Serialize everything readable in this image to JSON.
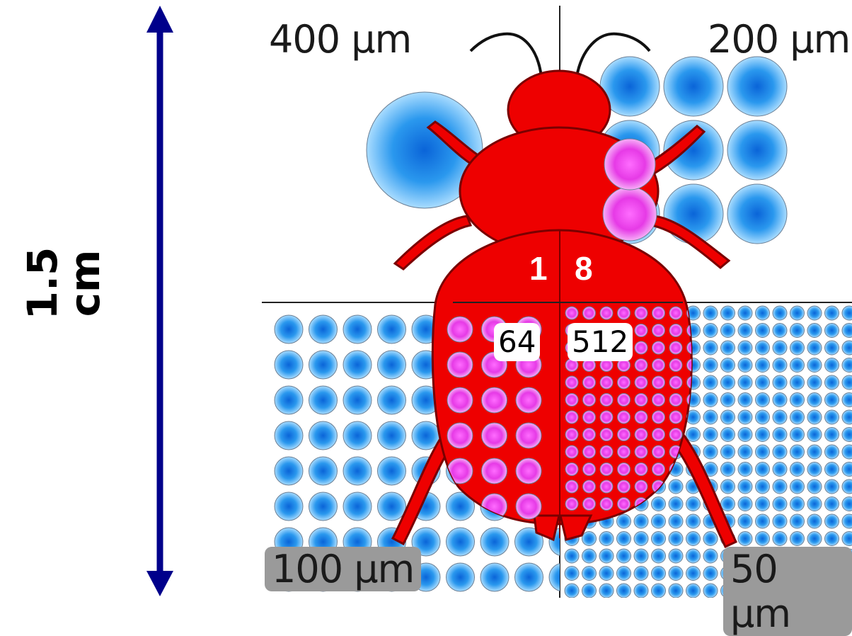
{
  "scale": {
    "length_label": "1.5 cm",
    "arrow_color": "#00008b"
  },
  "quadrants": {
    "top_left": {
      "label": "400 µm",
      "count": "1"
    },
    "top_right": {
      "label": "200 µm",
      "count": "8"
    },
    "bottom_left": {
      "label": "100 µm",
      "count": "64"
    },
    "bottom_right": {
      "label": "50 µm",
      "count": "512"
    }
  },
  "colors": {
    "beetle": "#ee0000",
    "beetle_outline": "#7a0000",
    "dot_blue": "#1a88e8",
    "dot_magenta": "#e63ae6",
    "label_box": "#9a9a9a"
  }
}
